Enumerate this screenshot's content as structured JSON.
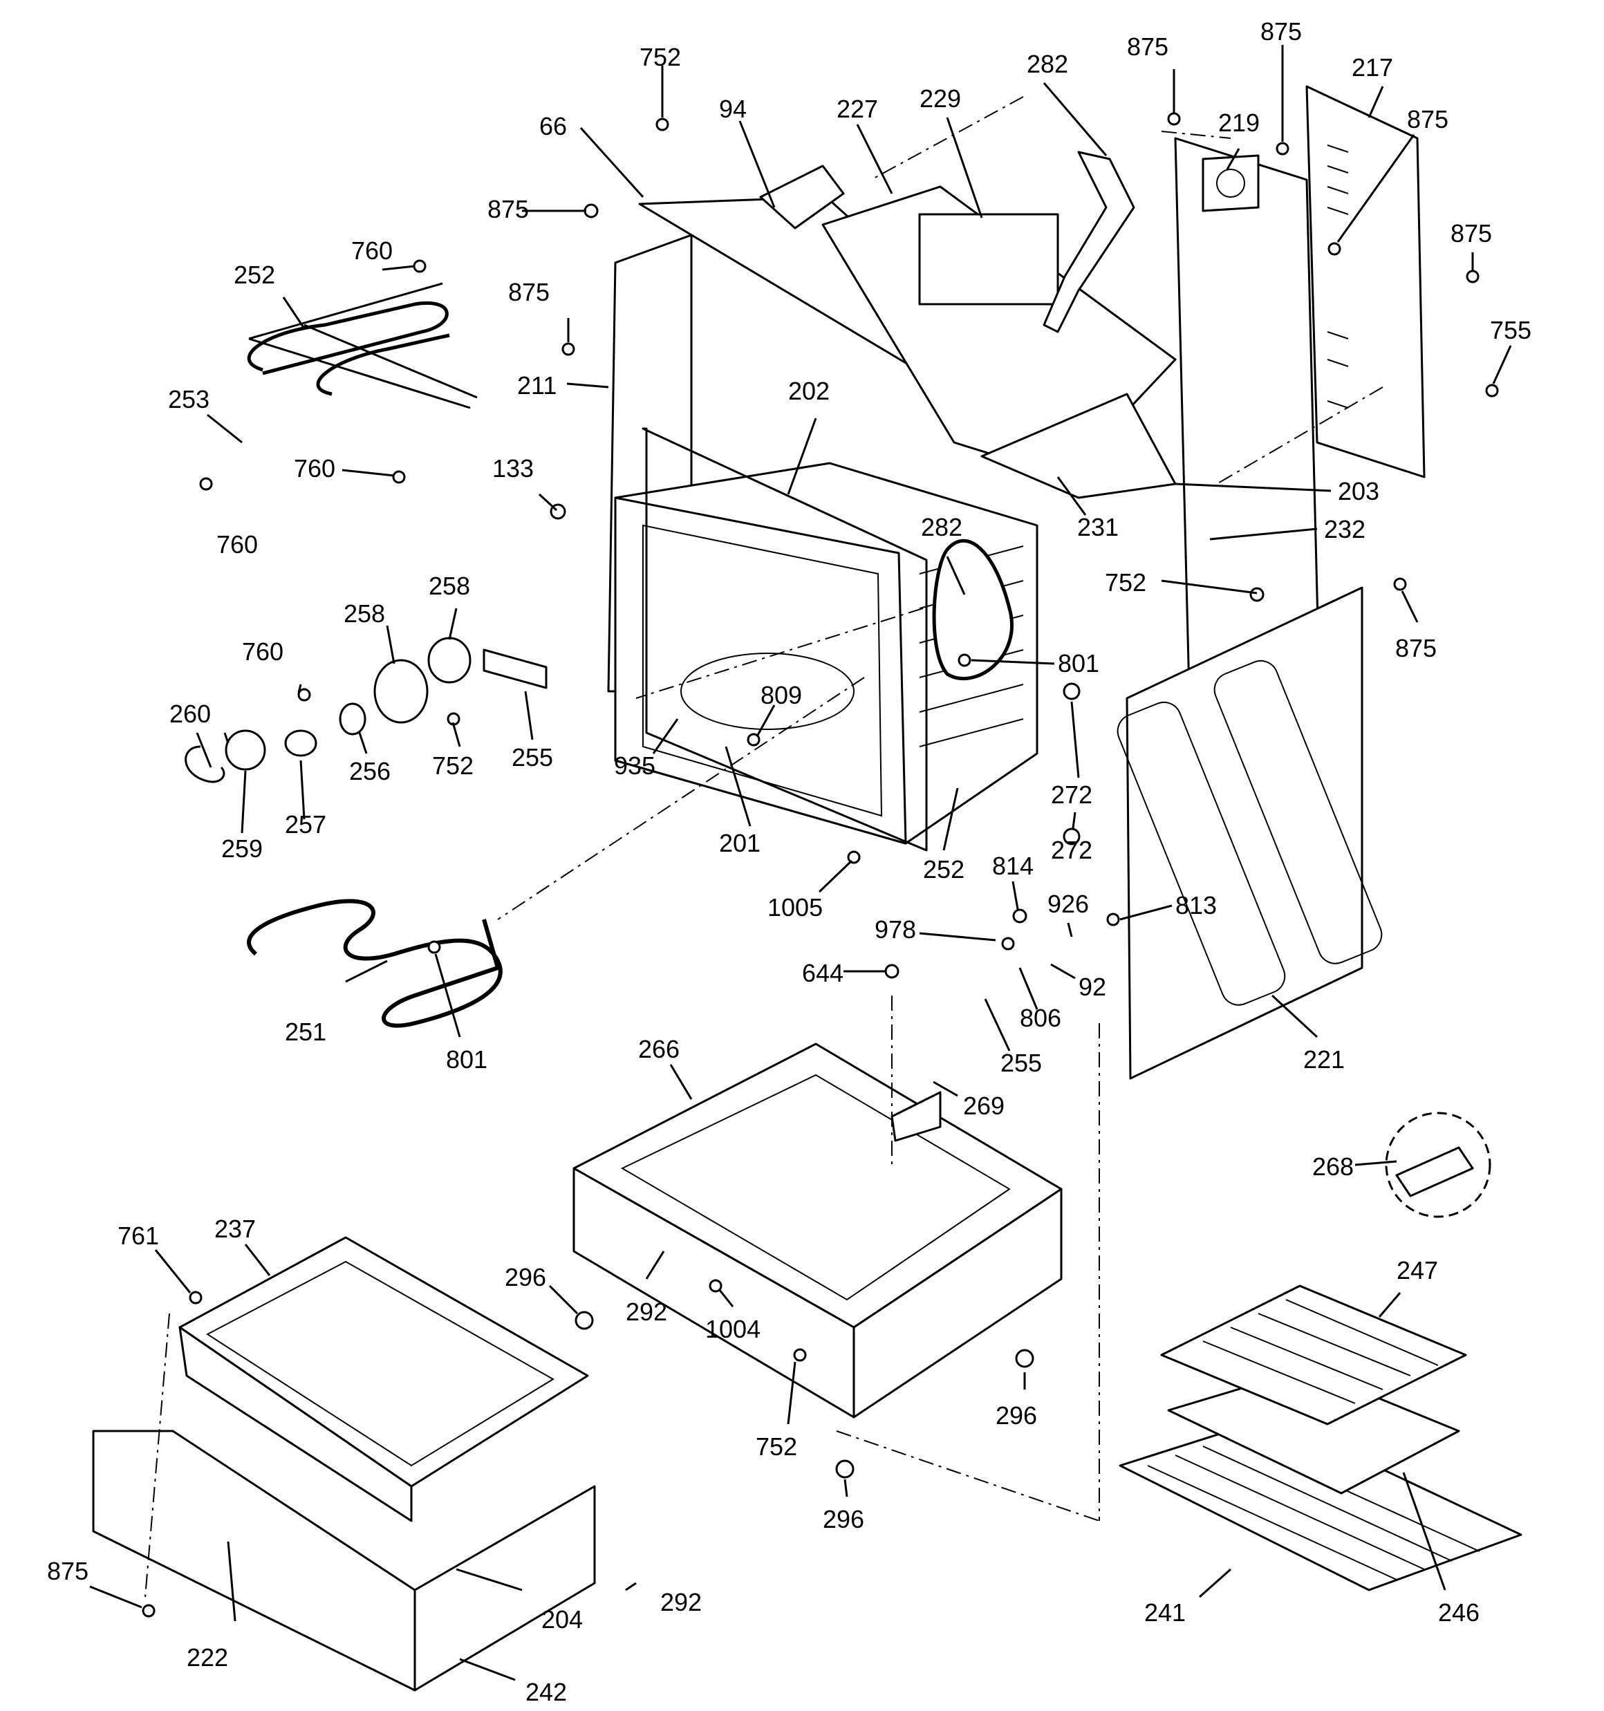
{
  "labels": [
    "752",
    "94",
    "227",
    "229",
    "282",
    "875",
    "875",
    "217",
    "875",
    "66",
    "219",
    "875",
    "755",
    "760",
    "252",
    "875",
    "875",
    "211",
    "253",
    "202",
    "760",
    "133",
    "760",
    "203",
    "231",
    "232",
    "282",
    "752",
    "875",
    "258",
    "258",
    "760",
    "801",
    "260",
    "809",
    "255",
    "256",
    "752",
    "935",
    "257",
    "259",
    "272",
    "201",
    "252",
    "272",
    "814",
    "1005",
    "926",
    "813",
    "978",
    "92",
    "644",
    "806",
    "251",
    "801",
    "255",
    "221",
    "266",
    "269",
    "268",
    "761",
    "237",
    "296",
    "292",
    "1004",
    "247",
    "296",
    "752",
    "296",
    "875",
    "292",
    "204",
    "222",
    "242",
    "241",
    "246"
  ]
}
